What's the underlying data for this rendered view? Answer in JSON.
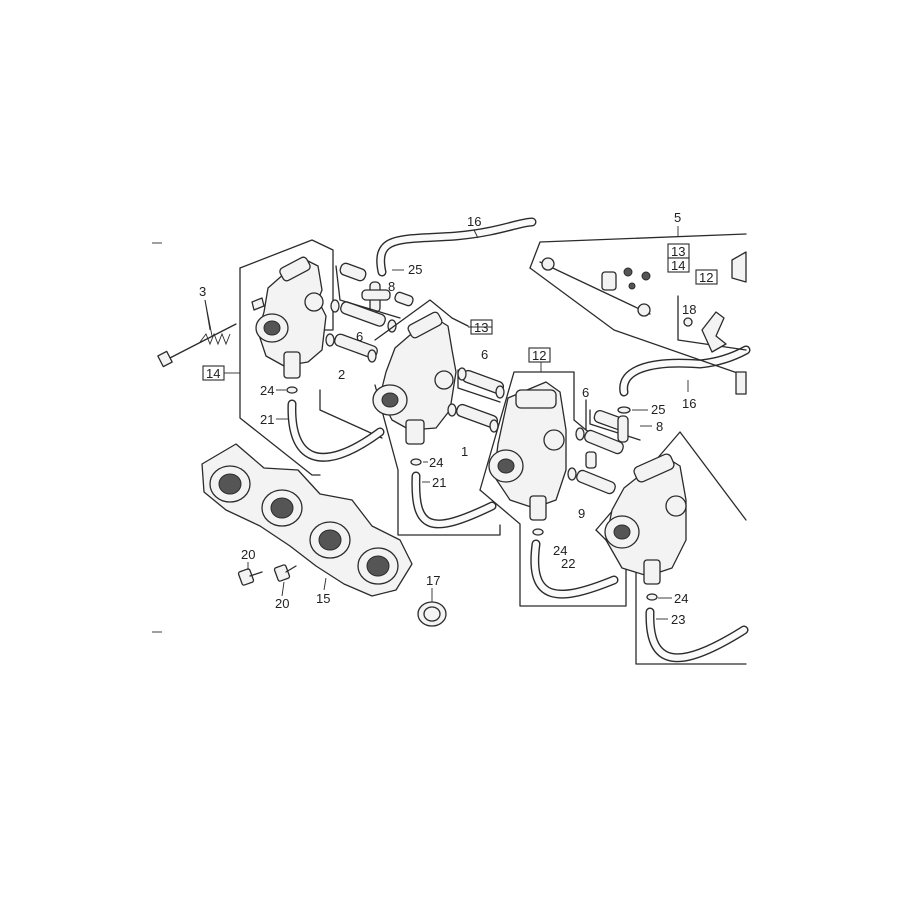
{
  "diagram": {
    "labels": {
      "l1": "1",
      "l2": "2",
      "l3": "3",
      "l5": "5",
      "l6a": "6",
      "l6b": "6",
      "l6c": "6",
      "l8a": "8",
      "l8b": "8",
      "l9": "9",
      "l12a": "12",
      "l12b": "12",
      "l13a": "13",
      "l13b": "13",
      "l14a": "14",
      "l14b": "14",
      "l15": "15",
      "l16a": "16",
      "l16b": "16",
      "l17": "17",
      "l18": "18",
      "l20a": "20",
      "l20b": "20",
      "l21a": "21",
      "l21b": "21",
      "l22": "22",
      "l23": "23",
      "l24a": "24",
      "l24b": "24",
      "l24c": "24",
      "l24d": "24",
      "l25a": "25",
      "l25b": "25"
    }
  }
}
